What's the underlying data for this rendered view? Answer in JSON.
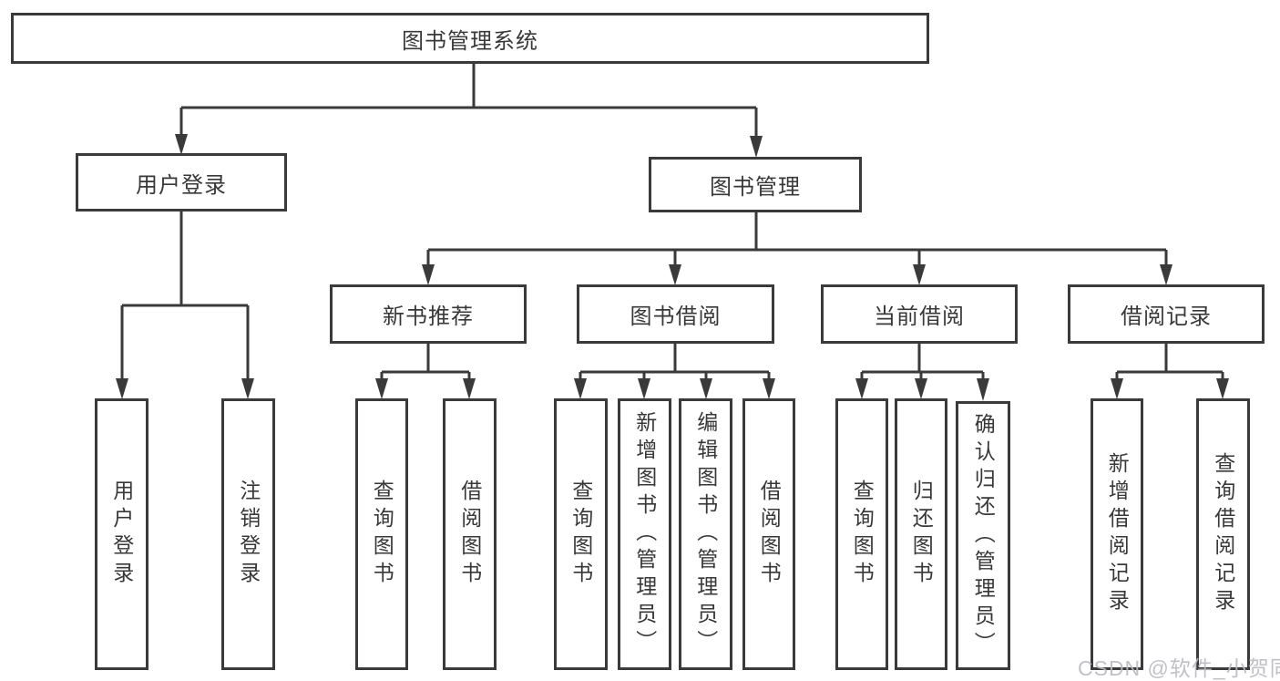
{
  "diagram": {
    "title": "图书管理系统",
    "branches": [
      {
        "label": "用户登录",
        "leaves": [
          "用户登录",
          "注销登录"
        ]
      },
      {
        "label": "图书管理",
        "groups": [
          {
            "label": "新书推荐",
            "leaves": [
              "查询图书",
              "借阅图书"
            ]
          },
          {
            "label": "图书借阅",
            "leaves": [
              "查询图书",
              "新增图书（管理员）",
              "编辑图书（管理员）",
              "借阅图书"
            ]
          },
          {
            "label": "当前借阅",
            "leaves": [
              "查询图书",
              "归还图书",
              "确认归还（管理员）"
            ]
          },
          {
            "label": "借阅记录",
            "leaves": [
              "新增借阅记录",
              "查询借阅记录"
            ]
          }
        ]
      }
    ]
  },
  "watermark": {
    "text": "CSDN @软件_小贺同学"
  },
  "colors": {
    "line": "#3a3a3a",
    "box_border": "#3a3a3a",
    "text": "#383838",
    "background": "#ffffff",
    "watermark": "#b9b9c0"
  }
}
